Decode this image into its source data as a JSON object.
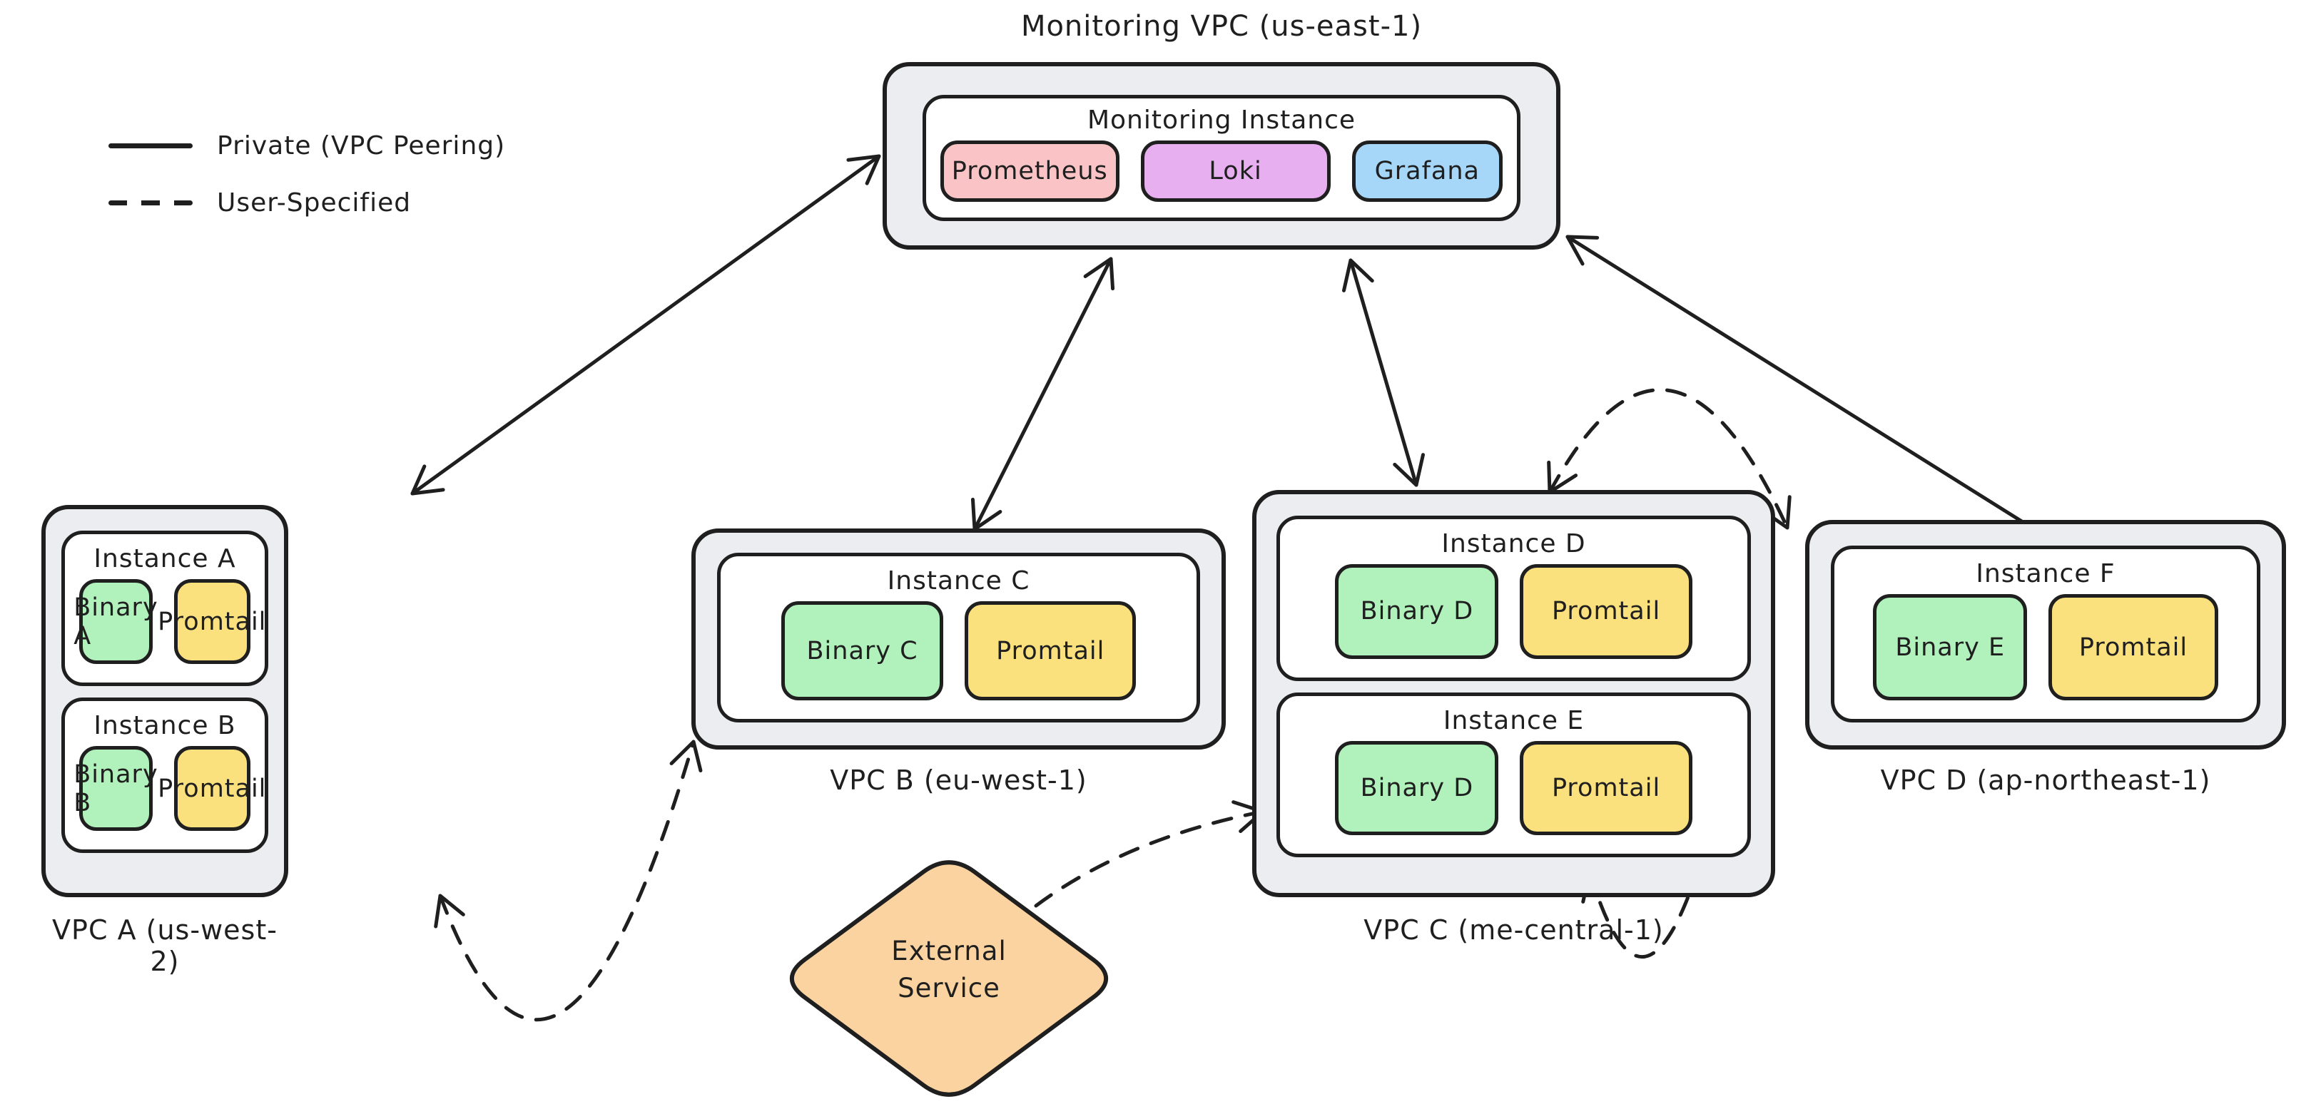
{
  "header": {
    "title": "Monitoring VPC (us-east-1)"
  },
  "legend": {
    "items": [
      {
        "label": "Private (VPC Peering)",
        "style": "solid"
      },
      {
        "label": "User-Specified",
        "style": "dashed"
      }
    ]
  },
  "monitoring": {
    "title": "Monitoring Instance",
    "components": [
      {
        "label": "Prometheus",
        "color": "#fac4c6"
      },
      {
        "label": "Loki",
        "color": "#e7aef0"
      },
      {
        "label": "Grafana",
        "color": "#a6d7f8"
      }
    ]
  },
  "vpcs": [
    {
      "label": "VPC A (us-west-2)",
      "instances": [
        {
          "title": "Instance A",
          "binary": "Binary A",
          "agent": "Promtail"
        },
        {
          "title": "Instance B",
          "binary": "Binary B",
          "agent": "Promtail"
        }
      ]
    },
    {
      "label": "VPC B (eu-west-1)",
      "instances": [
        {
          "title": "Instance C",
          "binary": "Binary C",
          "agent": "Promtail"
        }
      ]
    },
    {
      "label": "VPC C (me-central-1)",
      "instances": [
        {
          "title": "Instance D",
          "binary": "Binary D",
          "agent": "Promtail"
        },
        {
          "title": "Instance E",
          "binary": "Binary D",
          "agent": "Promtail"
        }
      ]
    },
    {
      "label": "VPC D (ap-northeast-1)",
      "instances": [
        {
          "title": "Instance F",
          "binary": "Binary E",
          "agent": "Promtail"
        }
      ]
    }
  ],
  "external": {
    "lines": [
      "External",
      "Service"
    ],
    "color": "#fad3a1"
  },
  "connections": [
    {
      "from": "Monitoring Instance",
      "to": "VPC A",
      "type": "private-vpc-peering",
      "bidirectional": true
    },
    {
      "from": "Monitoring Instance",
      "to": "VPC B",
      "type": "private-vpc-peering",
      "bidirectional": true
    },
    {
      "from": "Monitoring Instance",
      "to": "VPC C",
      "type": "private-vpc-peering",
      "bidirectional": true
    },
    {
      "from": "Monitoring Instance",
      "to": "VPC D",
      "type": "private-vpc-peering",
      "bidirectional": true
    },
    {
      "from": "Instance A",
      "to": "Instance B",
      "type": "user-specified",
      "bidirectional": true
    },
    {
      "from": "VPC A",
      "to": "VPC B",
      "type": "user-specified",
      "bidirectional": true
    },
    {
      "from": "External Service",
      "to": "VPC C",
      "type": "user-specified",
      "bidirectional": false
    },
    {
      "from": "VPC C",
      "to": "VPC D",
      "type": "user-specified",
      "bidirectional": true
    },
    {
      "from": "Instance E",
      "to": "VPC D",
      "type": "user-specified",
      "bidirectional": true
    }
  ],
  "colors": {
    "stroke": "#1f1f1f",
    "vpc_fill": "#ebedf0",
    "instance_fill": "#ffffff",
    "binary_green": "#b1f1bb",
    "promtail_yellow": "#fbe17e",
    "prometheus_pink": "#fac4c6",
    "loki_purple": "#e7aef0",
    "grafana_blue": "#a6d7f8",
    "external_orange": "#fad3a1"
  }
}
